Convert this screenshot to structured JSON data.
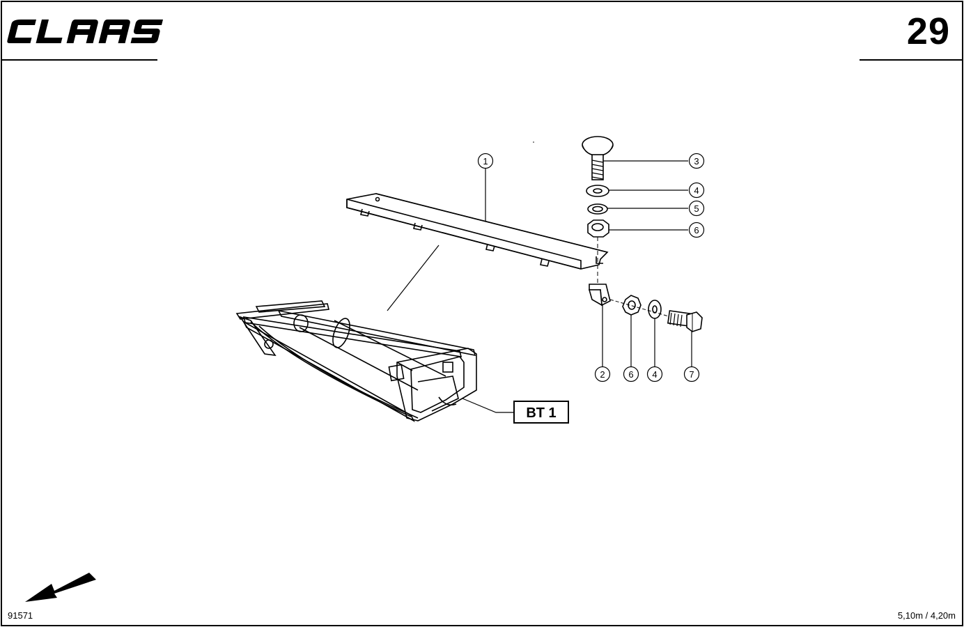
{
  "header": {
    "brand_logo": "CLAAS",
    "page_number": "29"
  },
  "diagram": {
    "callouts": [
      "1",
      "2",
      "3",
      "4",
      "5",
      "6",
      "6",
      "4",
      "7"
    ],
    "assembly_reference": "BT 1"
  },
  "footer": {
    "drawing_number": "91571",
    "variant": "5,10m / 4,20m",
    "direction_icon": "arrow-southwest-icon"
  }
}
